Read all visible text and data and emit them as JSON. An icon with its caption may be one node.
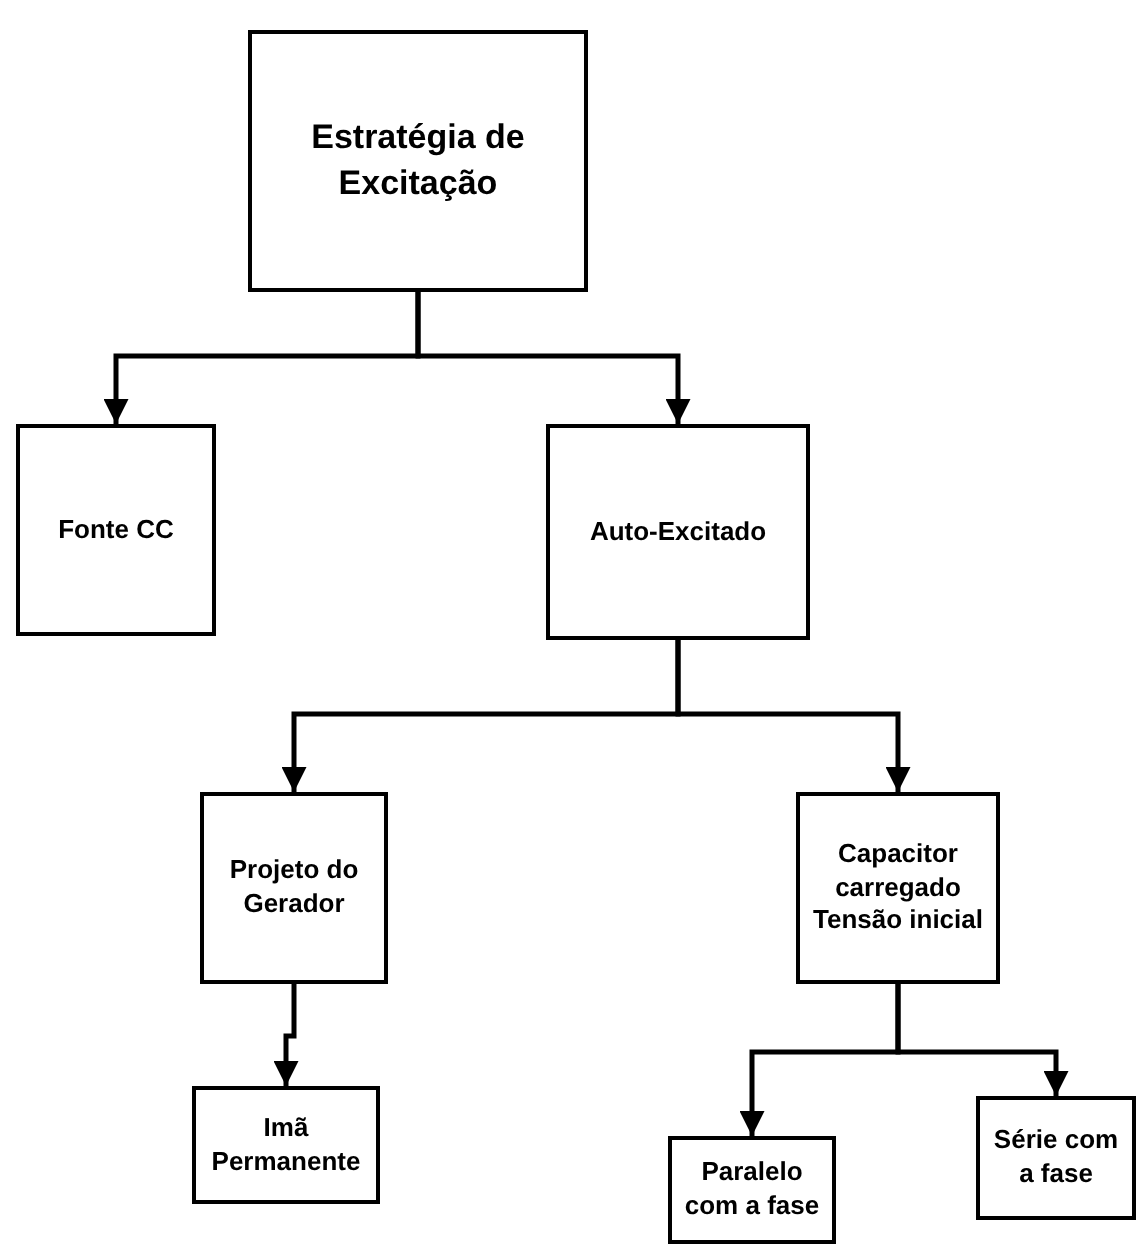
{
  "diagram": {
    "nodes": [
      {
        "text": [
          "Estratégia de Excitação"
        ]
      },
      {
        "text": [
          "Fonte CC"
        ]
      },
      {
        "text": [
          "Auto-Excitado"
        ]
      },
      {
        "text": [
          "Projeto do Gerador"
        ]
      },
      {
        "text": [
          "Capacitor carregado Tensão inicial"
        ]
      },
      {
        "text": [
          "Imã Permanente"
        ]
      },
      {
        "text": [
          "Paralelo com a fase"
        ]
      },
      {
        "text": [
          "Série com a fase"
        ]
      }
    ],
    "edges": [
      {
        "from": 0,
        "to": 1,
        "arrow": "to"
      },
      {
        "from": 0,
        "to": 2,
        "arrow": "to"
      },
      {
        "from": 2,
        "to": 3,
        "arrow": "to"
      },
      {
        "from": 2,
        "to": 4,
        "arrow": "to"
      },
      {
        "from": 3,
        "to": 5,
        "arrow": "to"
      },
      {
        "from": 4,
        "to": 6,
        "arrow": "to"
      },
      {
        "from": 4,
        "to": 7,
        "arrow": "to"
      }
    ]
  }
}
